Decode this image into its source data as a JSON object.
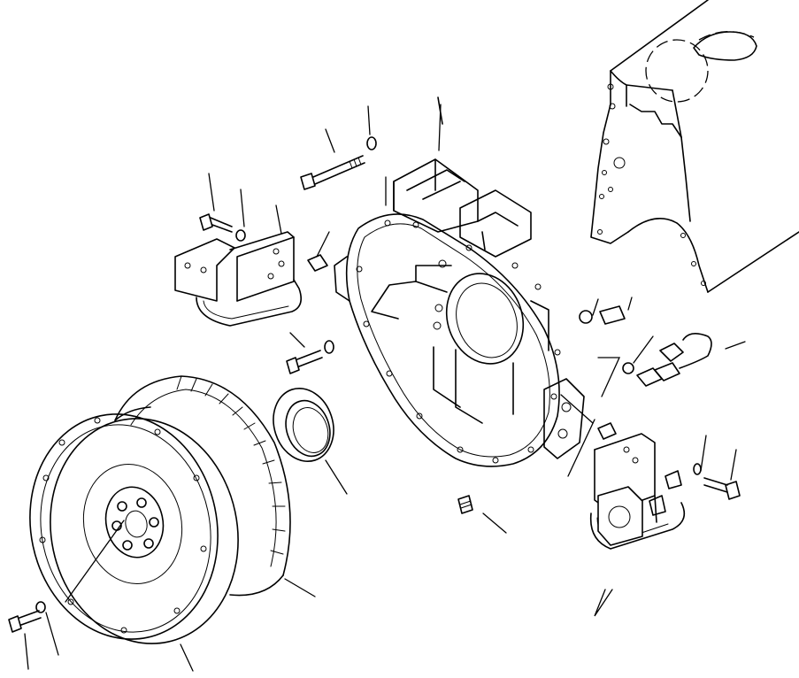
{
  "diagram": {
    "kind": "exploded-parts-view",
    "line_color": "#000000",
    "background": "#ffffff",
    "parts": [
      "engine-block",
      "flywheel-housing",
      "flywheel",
      "ring-gear",
      "rear-oil-seal",
      "left-engine-mount",
      "right-engine-mount",
      "speed-sensor",
      "drain-plug",
      "breather-plug"
    ]
  }
}
